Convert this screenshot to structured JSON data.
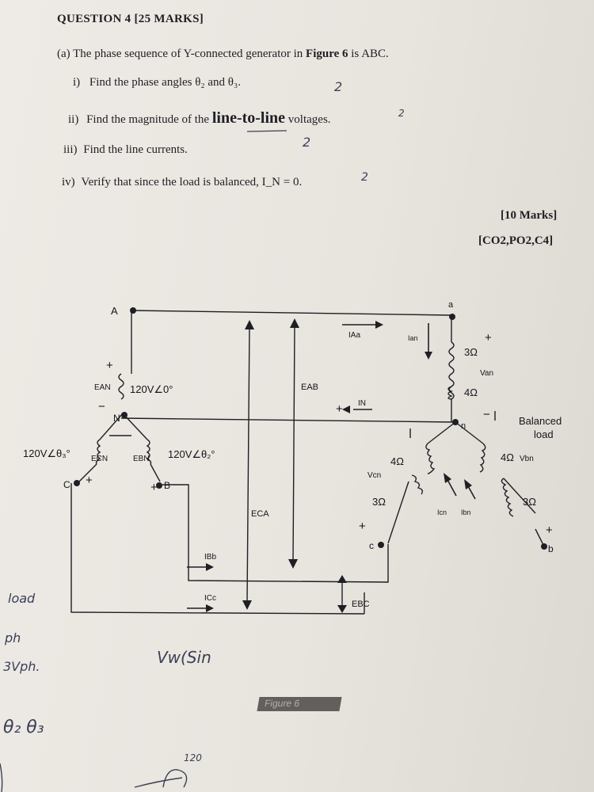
{
  "question": {
    "title": "QUESTION 4 [25 MARKS]",
    "part_a": {
      "label": "(a)",
      "text_pre": "The phase sequence of Y-connected generator in ",
      "text_bold": "Figure 6",
      "text_post": " is ABC."
    },
    "items": [
      {
        "num": "i)",
        "text": "Find the phase angles θ₂ and θ₃."
      },
      {
        "num": "ii)",
        "pre": "Find the magnitude of the ",
        "bold": "line-to-line",
        "post": " voltages."
      },
      {
        "num": "iii)",
        "text": "Find the line currents."
      },
      {
        "num": "iv)",
        "text": "Verify that since the load is balanced, I_N = 0."
      }
    ],
    "marks": "[10 Marks]",
    "co": "[CO2,PO2,C4]"
  },
  "figure": {
    "node_A": "A",
    "node_N": "N",
    "node_C": "C",
    "node_B": "B",
    "node_a": "a",
    "node_n": "n",
    "node_b": "b",
    "node_c": "c",
    "E_AN": "EAN",
    "E_AN_value": "120V∠0°",
    "E_CN": "ECN",
    "E_CN_value": "120V∠θ₃°",
    "E_BN": "EBN",
    "E_BN_value": "120V∠θ₂°",
    "E_AB": "EAB",
    "E_CA": "ECA",
    "E_BC": "EBC",
    "I_Aa": "IAa",
    "I_N": "IN",
    "I_Bb": "IBb",
    "I_Cc": "ICc",
    "I_an": "Ian",
    "I_cn": "Icn",
    "I_bn": "Ibn",
    "V_an": "Van",
    "V_bn": "Vbn",
    "V_cn": "Vcn",
    "R_a": "3Ω",
    "X_a": "4Ω",
    "R_b": "3Ω",
    "X_b": "4Ω",
    "R_c": "3Ω",
    "X_c": "4Ω",
    "plus": "+",
    "minus": "−",
    "load_label_1": "Balanced",
    "load_label_2": "load",
    "caption": "Figure 6"
  },
  "handwriting": {
    "mark_i": "2",
    "mark_ii": "2",
    "mark_iii": "2",
    "mark_iv": "2",
    "side_1": "load",
    "side_2": "ph",
    "side_3": "3Vph.",
    "side_4": "θ₂ θ₃",
    "bottom_note": "Vw(Sin",
    "bottom_120": "120"
  }
}
